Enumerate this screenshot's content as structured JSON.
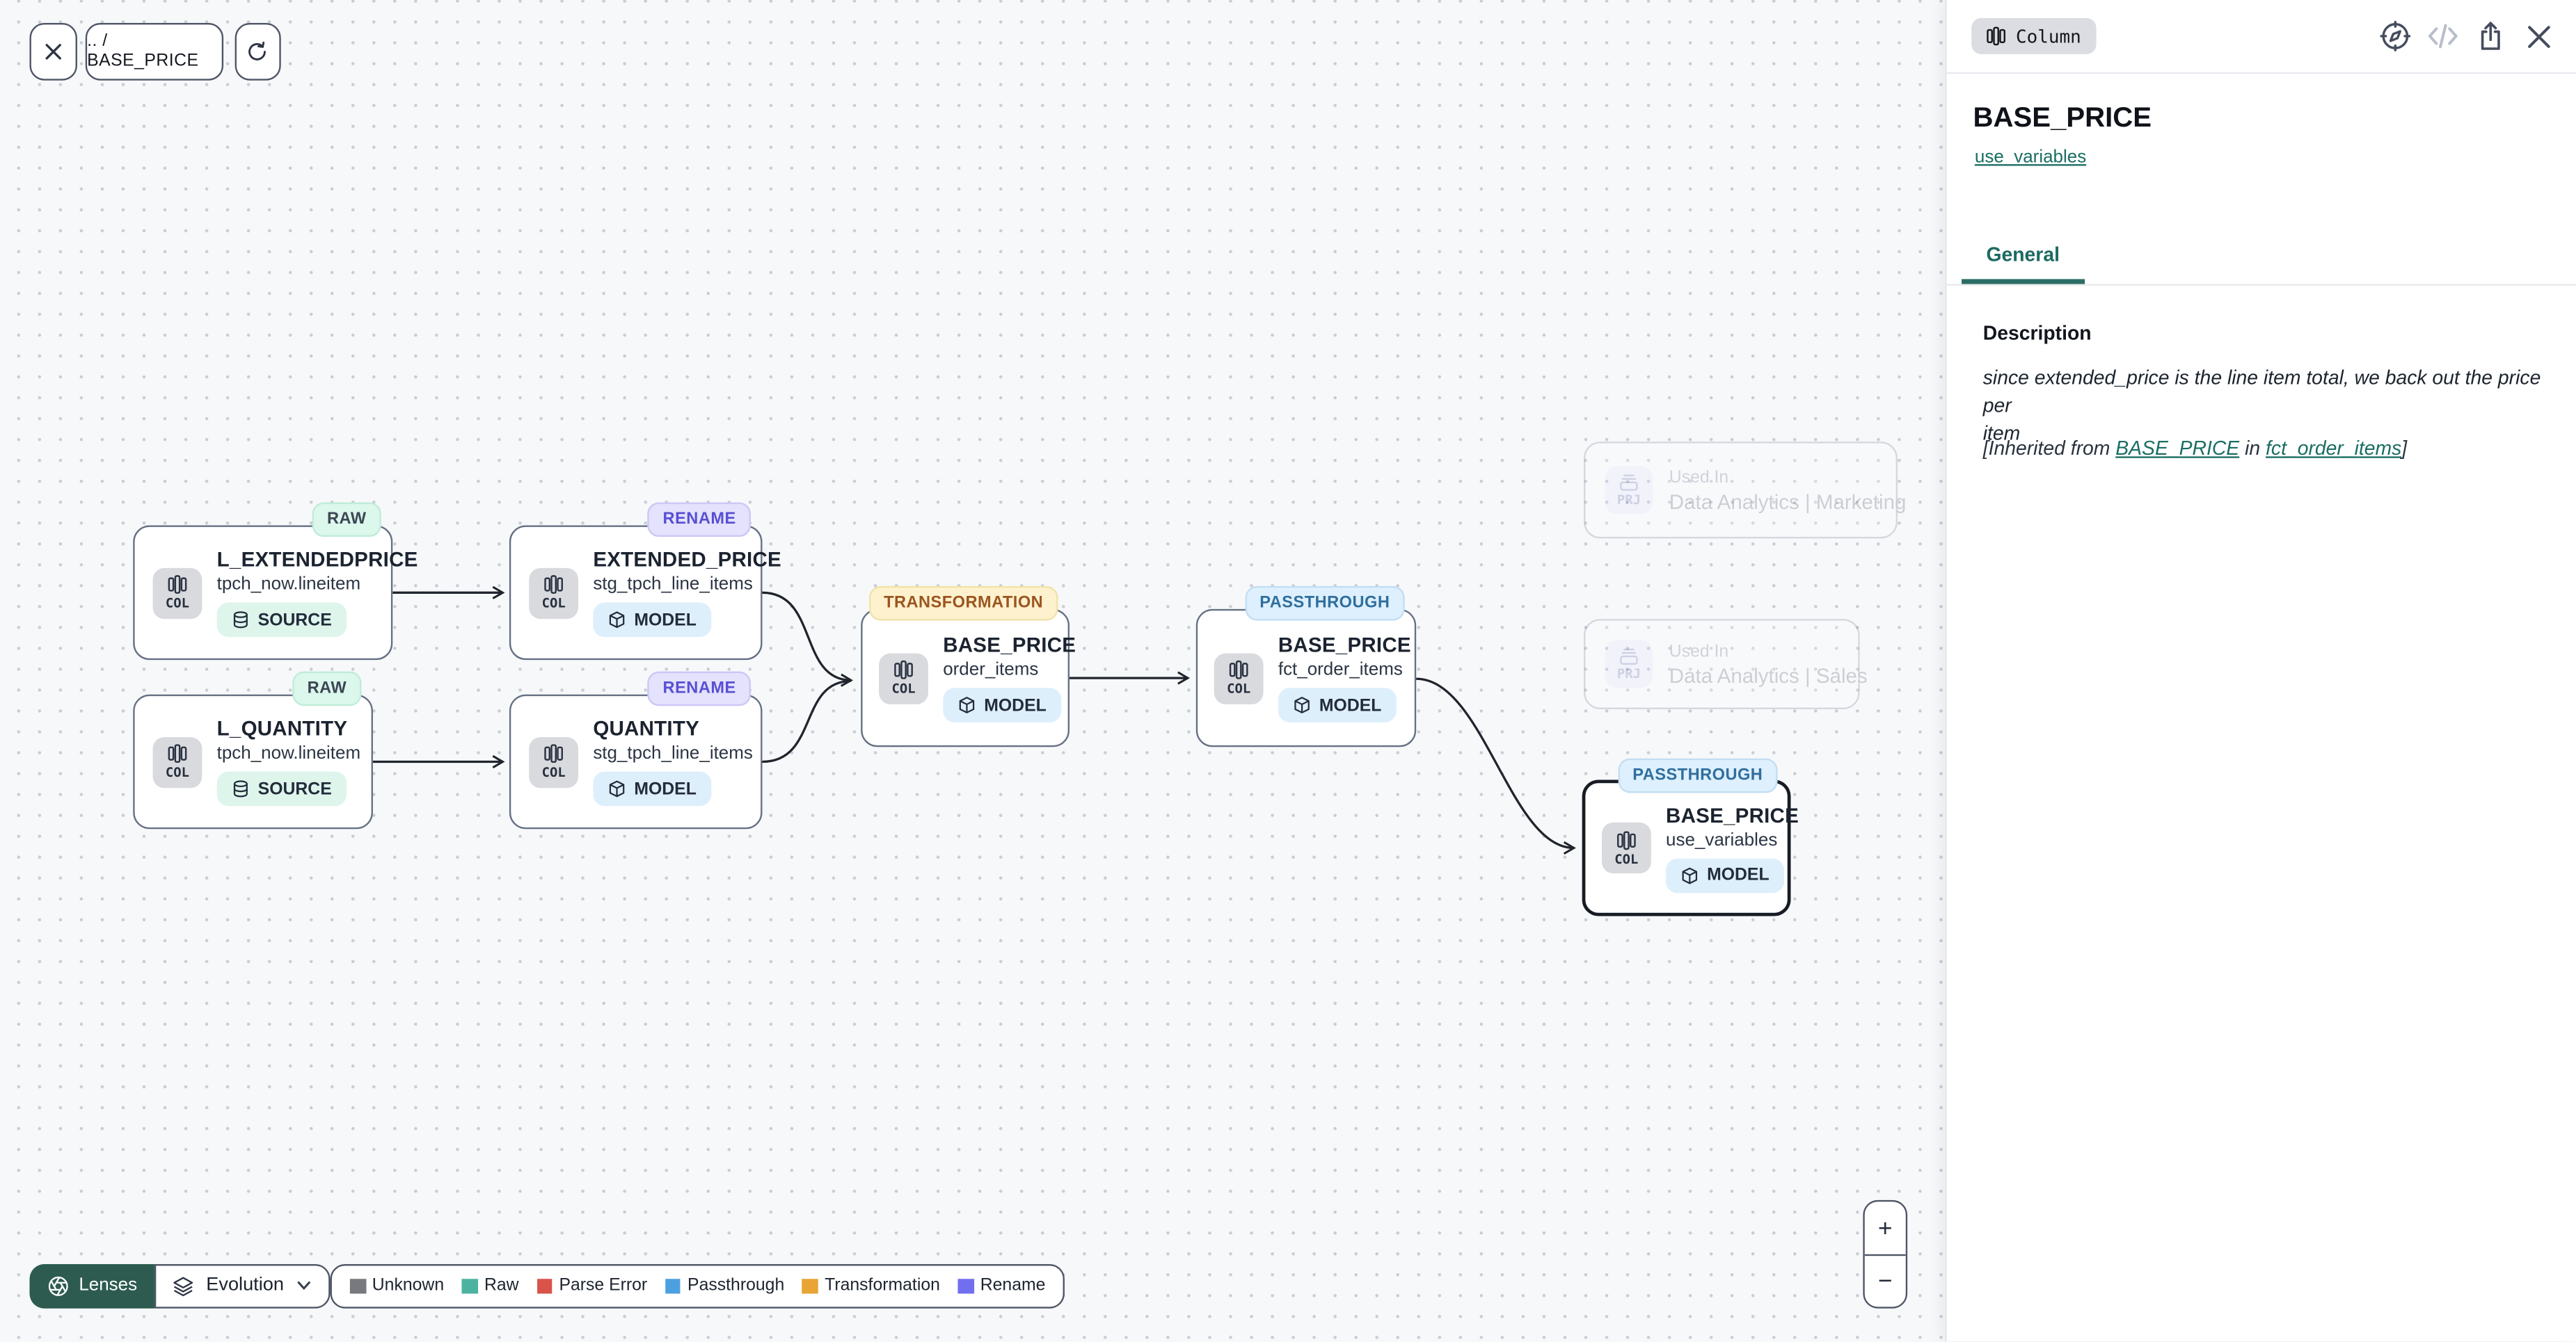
{
  "toolbar": {
    "breadcrumb": ".. / BASE_PRICE"
  },
  "canvas": {
    "col_label": "COL",
    "prj_label": "PRJ",
    "nodes": [
      {
        "type": "RAW",
        "title": "L_EXTENDEDPRICE",
        "subtitle": "tpch_now.lineitem",
        "kind": "SOURCE"
      },
      {
        "type": "RENAME",
        "title": "EXTENDED_PRICE",
        "subtitle": "stg_tpch_line_items",
        "kind": "MODEL"
      },
      {
        "type": "RAW",
        "title": "L_QUANTITY",
        "subtitle": "tpch_now.lineitem",
        "kind": "SOURCE"
      },
      {
        "type": "RENAME",
        "title": "QUANTITY",
        "subtitle": "stg_tpch_line_items",
        "kind": "MODEL"
      },
      {
        "type": "TRANSFORMATION",
        "title": "BASE_PRICE",
        "subtitle": "order_items",
        "kind": "MODEL"
      },
      {
        "type": "PASSTHROUGH",
        "title": "BASE_PRICE",
        "subtitle": "fct_order_items",
        "kind": "MODEL"
      },
      {
        "type": "PASSTHROUGH",
        "title": "BASE_PRICE",
        "subtitle": "use_variables",
        "kind": "MODEL"
      }
    ],
    "used_in": [
      {
        "label": "Used In",
        "project": "Data Analytics | Marketing"
      },
      {
        "label": "Used In",
        "project": "Data Analytics | Sales"
      }
    ],
    "lenses": {
      "label": "Lenses",
      "selected_lens": "Evolution"
    },
    "legend": [
      {
        "label": "Unknown",
        "color": "#77797e"
      },
      {
        "label": "Raw",
        "color": "#4cb3a0"
      },
      {
        "label": "Parse Error",
        "color": "#d9534b"
      },
      {
        "label": "Passthrough",
        "color": "#4da0e0"
      },
      {
        "label": "Transformation",
        "color": "#e8a535"
      },
      {
        "label": "Rename",
        "color": "#716ff0"
      }
    ],
    "zoom_in": "+",
    "zoom_out": "−"
  },
  "panel": {
    "type_badge": "Column",
    "title": "BASE_PRICE",
    "model_link": "use_variables",
    "tabs": [
      {
        "label": "General",
        "active": true
      }
    ],
    "general": {
      "description_label": "Description",
      "description": "since extended_price is the line item total, we back out the price per\nitem",
      "inherited": {
        "prefix": "[Inherited from ",
        "link_column": "BASE_PRICE",
        "middle": " in ",
        "link_model": "fct_order_items",
        "suffix": "]"
      }
    }
  },
  "colors": {
    "accent_teal": "#2b6f66",
    "lenses_bg": "#2d5b50",
    "badge_raw_bg": "#dcf7eb",
    "badge_rename_bg": "#e4e2fc",
    "badge_transformation_bg": "#fdf2cd",
    "badge_passthrough_bg": "#def0fd",
    "kind_source_bg": "#def5ec",
    "kind_model_bg": "#deeffc"
  }
}
